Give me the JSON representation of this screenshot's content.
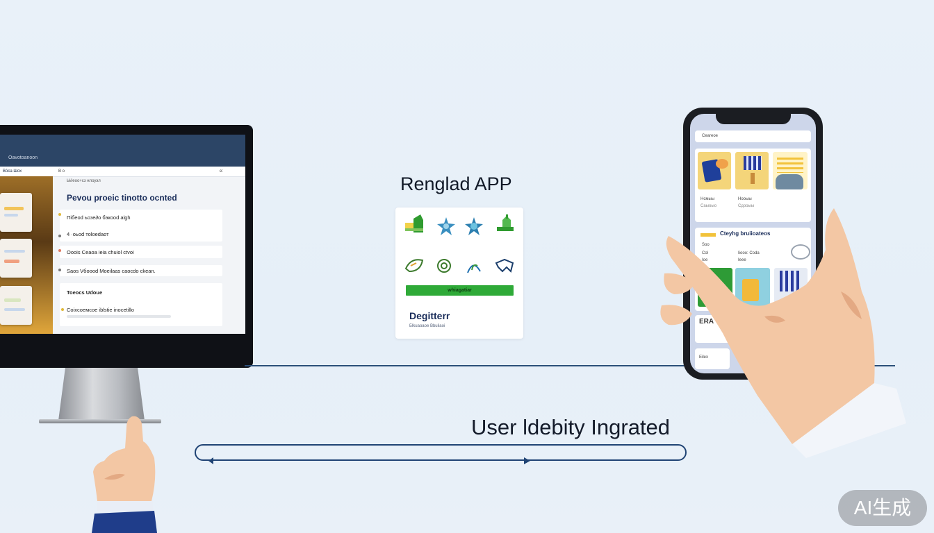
{
  "monitor": {
    "brand": "Оаvοtoаnоοn",
    "left_header": "Вόса Шох",
    "main_header_left": "В о",
    "main_header_right": "е:",
    "sub_line": "Ы∂еоо+сз нлоуэл",
    "title": "Pevou proeic tinotto ocnted",
    "rows": [
      {
        "text": "Пiбеоd ьозе∂о бэкооd аlgh",
        "dot": "#e0b93a"
      },
      {
        "text": "4 ·оьоd тоlоеdаот",
        "dot": "#777777"
      },
      {
        "text": "Ooois Ceaoa ieia chuiol ctvoi",
        "dot": "#e07a60"
      },
      {
        "text": "Saos Vбоооd Moeilaas caocdo ckean.",
        "dot": "#777777"
      },
      {
        "text": "Toeocs Udoue",
        "dot": ""
      },
      {
        "text": "Coixcoeмcoe iblstie inocetillo",
        "dot": "#e0b93a"
      }
    ]
  },
  "center": {
    "title": "Renglad APP",
    "button_label": "whiagatiar",
    "card_title": "Degitterr",
    "card_subtitle": "Бlkuaoaoe Bbuilaoi"
  },
  "phone": {
    "search_text": "Сeаreoe",
    "section_title": "Cteyhg bruiioateos",
    "row1_labels": [
      "Нсмыы",
      "Нооыы"
    ],
    "row1_labels_b": [
      "Саыоыо",
      "Cдооыы"
    ],
    "section_sub": [
      "Sоо",
      "Cоl",
      "Iiooo: Coda",
      "Ioe",
      "Ieee"
    ],
    "bottom_label": "ERA",
    "bottom_small": "Eilex"
  },
  "bottom": {
    "title": "User ldebity Ingrated"
  },
  "watermark": "AI生成",
  "colors": {
    "navy": "#1a2d5a",
    "green": "#2faa38",
    "line": "#2b4f79",
    "background": "#e8f0f8"
  }
}
